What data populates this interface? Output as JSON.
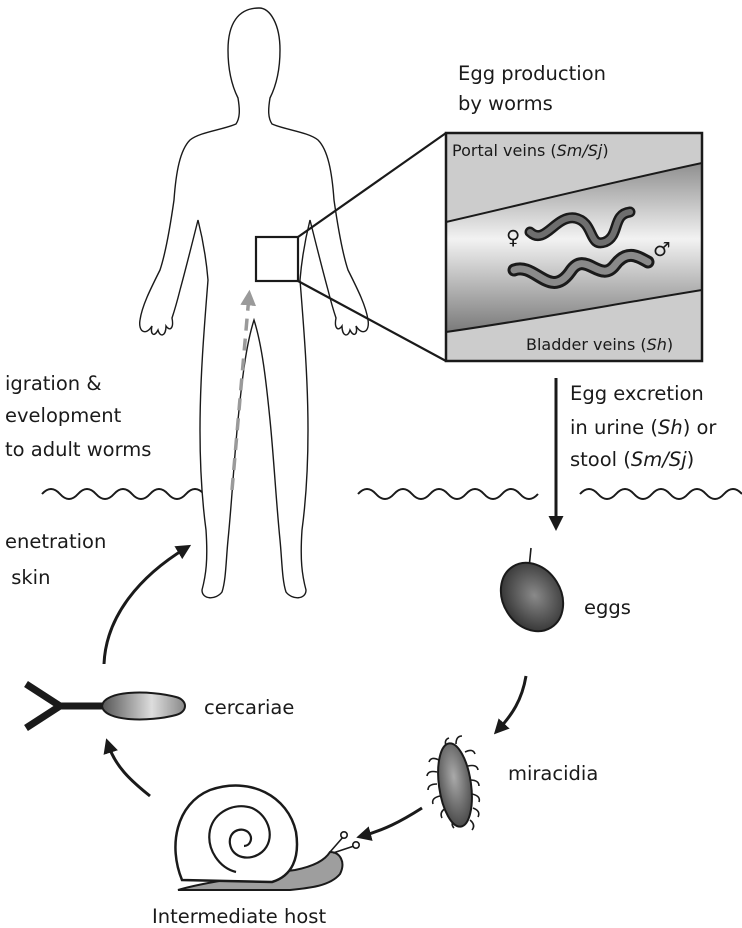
{
  "labels": {
    "egg_production": [
      "Egg production",
      "by worms"
    ],
    "portal_veins": {
      "prefix": "Portal veins (",
      "em": "Sm/Sj",
      "suffix": ")"
    },
    "bladder_veins": {
      "prefix": "Bladder veins (",
      "em": "Sh",
      "suffix": ")"
    },
    "female_symbol": "♀",
    "male_symbol": "♂",
    "egg_excretion": {
      "line1": "Egg excretion",
      "line2": {
        "prefix": "in urine (",
        "em": "Sh",
        "suffix": ") or"
      },
      "line3": {
        "prefix": "stool (",
        "em": "Sm/Sj",
        "suffix": ")"
      }
    },
    "migration": [
      "igration &",
      "evelopment",
      "to adult worms"
    ],
    "penetration": [
      "enetration",
      " skin"
    ],
    "eggs": "eggs",
    "miracidia": "miracidia",
    "cercariae": "cercariae",
    "intermediate_host": "Intermediate host"
  },
  "colors": {
    "ink": "#1a1a1a",
    "vessel_fill": "#d9d9d9",
    "inset_bg": "#cccccc",
    "migration_arrow": "#9a9a9a"
  },
  "icons": [
    "human-body-outline",
    "blood-vessel-inset",
    "worm-pair",
    "egg-icon",
    "miracidium-icon",
    "snail-icon",
    "cercaria-icon",
    "water-surface-waves"
  ]
}
